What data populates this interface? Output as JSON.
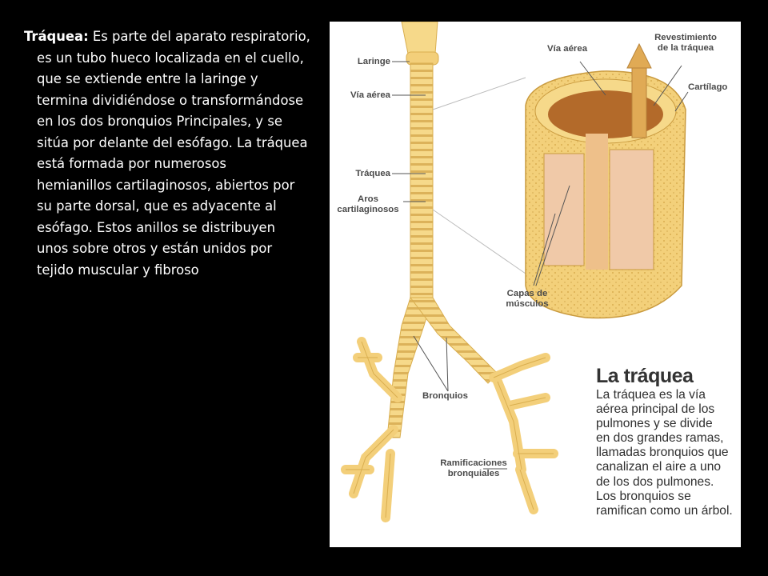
{
  "slide": {
    "term": "Tráquea:",
    "lines": [
      "Es parte del aparato respiratorio,",
      "es un tubo hueco localizada en el cuello,",
      "que se extiende entre la  laringe y",
      "termina dividiéndose o transformándose",
      "en los dos bronquios Principales, y se",
      "sitúa por delante del esófago. La tráquea",
      "está formada por numerosos",
      "hemianillos cartilaginosos, abiertos por",
      "su parte dorsal, que es adyacente al",
      "esófago. Estos anillos se distribuyen",
      "unos sobre otros y están unidos por",
      "tejido muscular y fibroso"
    ]
  },
  "figure": {
    "labels": {
      "laringe": "Laringe",
      "via_aerea_left": "Vía aérea",
      "traquea": "Tráquea",
      "aros_1": "Aros",
      "aros_2": "cartilaginosos",
      "bronquios": "Bronquios",
      "ramificaciones_1": "Ramificaciones",
      "ramificaciones_2": "bronquiales",
      "via_aerea_top": "Vía aérea",
      "revestimiento_1": "Revestimiento",
      "revestimiento_2": "de la tráquea",
      "cartilago": "Cartílago",
      "capas_1": "Capas de",
      "capas_2": "músculos"
    },
    "caption": {
      "title": "La tráquea",
      "lines": [
        "La tráquea es la vía",
        "aérea principal de los",
        "pulmones y se divide",
        "en dos grandes ramas,",
        "llamadas bronquios que",
        "canalizan el aire a uno",
        "de los dos pulmones.",
        "Los bronquios se",
        "ramifican como un árbol."
      ]
    },
    "colors": {
      "tissue": "#f6d98a",
      "tissue_dark": "#d9ae4f",
      "lumen": "#b36a2a",
      "muscle": "#f0c9a8"
    }
  }
}
